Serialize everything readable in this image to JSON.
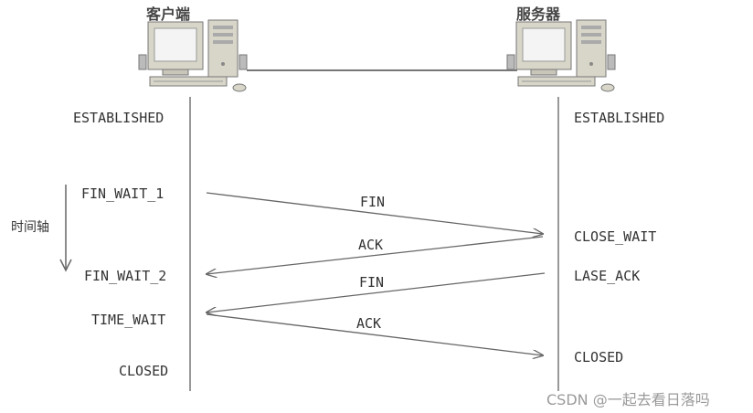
{
  "client": {
    "title": "客户端"
  },
  "server": {
    "title": "服务器"
  },
  "timeline_label": "时间轴",
  "client_states": [
    "ESTABLISHED",
    "FIN_WAIT_1",
    "FIN_WAIT_2",
    "TIME_WAIT",
    "CLOSED"
  ],
  "server_states": [
    "ESTABLISHED",
    "CLOSE_WAIT",
    "LASE_ACK",
    "CLOSED"
  ],
  "messages": [
    {
      "label": "FIN",
      "from": "client",
      "to": "server"
    },
    {
      "label": "ACK",
      "from": "server",
      "to": "client"
    },
    {
      "label": "FIN",
      "from": "server",
      "to": "client"
    },
    {
      "label": "ACK",
      "from": "client",
      "to": "server"
    }
  ],
  "watermark": "CSDN @一起去看日落吗",
  "colors": {
    "line": "#777777",
    "arrow": "#666666",
    "text": "#333333"
  }
}
